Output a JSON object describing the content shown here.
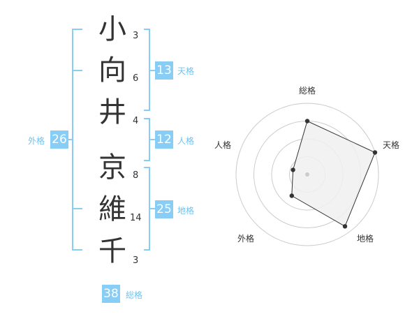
{
  "name": {
    "chars": [
      {
        "char": "小",
        "strokes": "3"
      },
      {
        "char": "向",
        "strokes": "6"
      },
      {
        "char": "井",
        "strokes": "4"
      },
      {
        "char": "京",
        "strokes": "8"
      },
      {
        "char": "維",
        "strokes": "14"
      },
      {
        "char": "千",
        "strokes": "3"
      }
    ]
  },
  "fortune": {
    "tenkaku": {
      "value": "13",
      "label": "天格"
    },
    "jinkaku": {
      "value": "12",
      "label": "人格"
    },
    "chikaku": {
      "value": "25",
      "label": "地格"
    },
    "gaikaku": {
      "value": "26",
      "label": "外格"
    },
    "soukaku": {
      "value": "38",
      "label": "総格"
    }
  },
  "colors": {
    "accent": "#87cdf5",
    "accent_text": "#6fc3ef",
    "bracket": "#87cdf5",
    "radar_fill": "#f0f0f0",
    "radar_ring": "#cccccc"
  },
  "chart_data": {
    "type": "radar",
    "axes": [
      "総格",
      "天格",
      "地格",
      "外格",
      "人格"
    ],
    "values": [
      0.75,
      1.0,
      0.9,
      0.37,
      0.21
    ],
    "max": 1.0,
    "rings": 4
  }
}
